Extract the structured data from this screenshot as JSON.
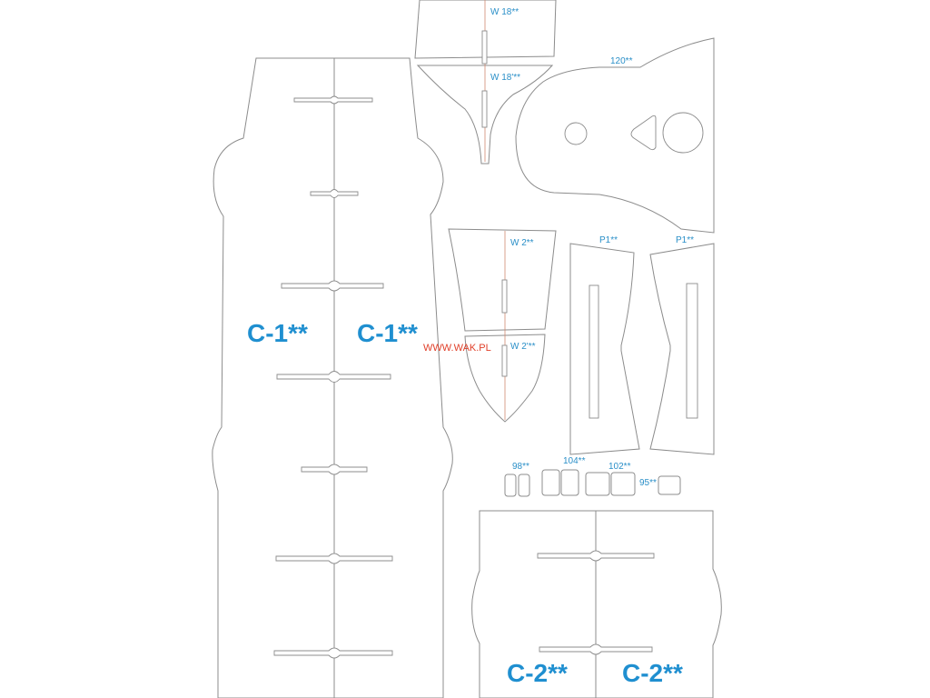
{
  "watermark": "WWW.WAK.PL",
  "labels": {
    "w18_top": "W 18**",
    "w18_bottom": "W 18'**",
    "p120": "120**",
    "w2_top": "W 2**",
    "w2_bottom": "W 2'**",
    "p1_left": "P1**",
    "p1_right": "P1**",
    "p98": "98**",
    "p104": "104**",
    "p102": "102**",
    "p95": "95**",
    "c1_left": "C-1**",
    "c1_right": "C-1**",
    "c2_left": "C-2**",
    "c2_right": "C-2**"
  },
  "colors": {
    "outline": "#8c8c8c",
    "label_blue": "#1f8fd0",
    "watermark_red": "#e0402a",
    "fold_line": "#d08a70"
  }
}
